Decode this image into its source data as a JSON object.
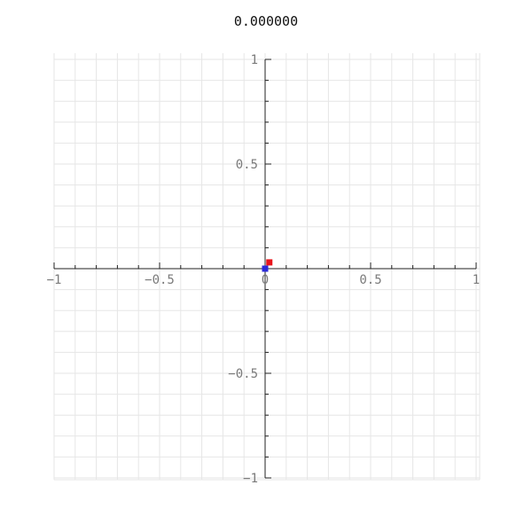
{
  "chart_data": {
    "type": "scatter",
    "title": "0.000000",
    "xlabel": "",
    "ylabel": "",
    "xlim": [
      -1,
      1
    ],
    "ylim": [
      -1,
      1
    ],
    "grid": true,
    "x_ticks": [
      -1,
      -0.5,
      0,
      0.5,
      1
    ],
    "y_ticks": [
      -1,
      -0.5,
      0.5,
      1
    ],
    "x_tick_labels": [
      "−1",
      "−0.5",
      "0",
      "0.5",
      "1"
    ],
    "y_tick_labels": [
      "−1",
      "−0.5",
      "0.5",
      "1"
    ],
    "series": [
      {
        "points": [
          {
            "x": 0.02,
            "y": 0.03
          }
        ]
      },
      {
        "points": [
          {
            "x": 0.0,
            "y": 0.0
          }
        ]
      }
    ],
    "colors": {
      "series": [
        "#e8141b",
        "#2a2ad8"
      ],
      "grid": "#e6e6e6",
      "axis": "#222222",
      "tick_label": "#7a7a7a"
    }
  }
}
